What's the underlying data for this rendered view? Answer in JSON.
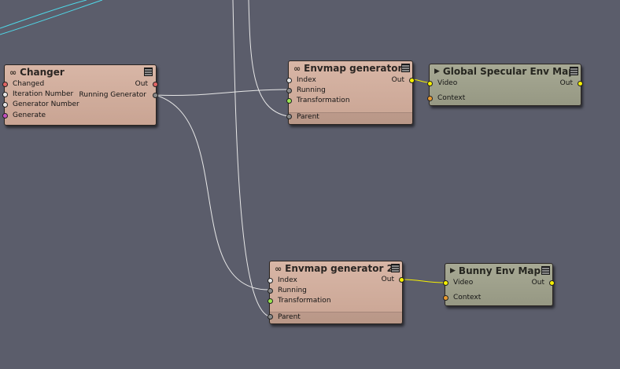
{
  "nodes": {
    "changer": {
      "title": "Changer",
      "inputs": [
        "Changed",
        "Iteration Number",
        "Generator Number",
        "Generate"
      ],
      "outputs": [
        "Out",
        "Running Generator"
      ]
    },
    "envmap1": {
      "title": "Envmap generator",
      "inputs": [
        "Index",
        "Running",
        "Transformation",
        "Parent"
      ],
      "outputs": [
        "Out"
      ]
    },
    "global_specular": {
      "title": "Global Specular Env Map",
      "inputs": [
        "Video",
        "Context"
      ],
      "outputs": [
        "Out"
      ]
    },
    "envmap2": {
      "title": "Envmap generator 2",
      "inputs": [
        "Index",
        "Running",
        "Transformation",
        "Parent"
      ],
      "outputs": [
        "Out"
      ]
    },
    "bunny": {
      "title": "Bunny Env Map",
      "inputs": [
        "Video",
        "Context"
      ],
      "outputs": [
        "Out"
      ]
    }
  },
  "colors": {
    "canvas": "#5b5d6b",
    "generator_node": "#d0ad9c",
    "output_node": "#9fa18c",
    "wire_white": "#e8e8e8",
    "wire_yellow": "#f5f000",
    "wire_cyan": "#4fd8e8"
  },
  "icons": {
    "generator": "link-icon",
    "output": "play-icon",
    "menu": "menu-icon"
  }
}
